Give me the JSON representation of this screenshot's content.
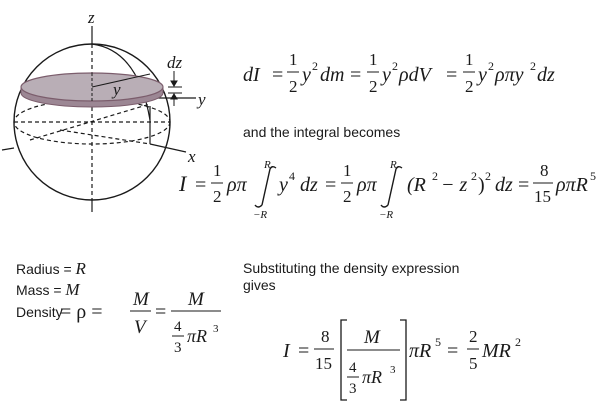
{
  "diagram": {
    "labels": {
      "z_axis": "z",
      "y_axis": "y",
      "x_axis": "x",
      "dz": "dz",
      "disk_radius": "y"
    },
    "colors": {
      "disk_fill": "#b9aeb6",
      "disk_edge": "#7b5d6c",
      "lines": "#1a1a1a"
    }
  },
  "equation1": {
    "lhs": "dI",
    "eq": "=",
    "frac_num": "1",
    "frac_den": "2",
    "y2": "y",
    "sq": "2",
    "dm": "dm",
    "rho_dV": "ρdV",
    "rho_pi_y": "ρπy",
    "dz": "dz"
  },
  "text": {
    "integral_becomes": "and the integral becomes",
    "substituting_line1": "Substituting the density expression",
    "substituting_line2": "gives",
    "radius_label": "Radius =",
    "radius_value": "R",
    "mass_label": "Mass =",
    "mass_value": "M",
    "density_label": "Density"
  },
  "equation2": {
    "lhs": "I",
    "rho_pi": "ρπ",
    "upper_limit": "R",
    "lower_limit": "−R",
    "y4_base": "y",
    "y4_exp": "4",
    "dz": "dz",
    "paren_open": "(R",
    "minus_z": "− z",
    "close_sq": ")",
    "final_num": "8",
    "final_den": "15",
    "final_term": "ρπR",
    "final_exp": "5"
  },
  "density_eq": {
    "eq_rho": "= ρ =",
    "M": "M",
    "V": "V",
    "num_M": "M",
    "four": "4",
    "three": "3",
    "piR": "πR",
    "cube": "3"
  },
  "equation3": {
    "lhs": "I",
    "frac_num": "8",
    "frac_den": "15",
    "M": "M",
    "four": "4",
    "three": "3",
    "piR": "πR",
    "cube": "3",
    "piR5": "πR",
    "five": "5",
    "two": "2",
    "five_den": "5",
    "MR": "MR",
    "sq": "2"
  }
}
